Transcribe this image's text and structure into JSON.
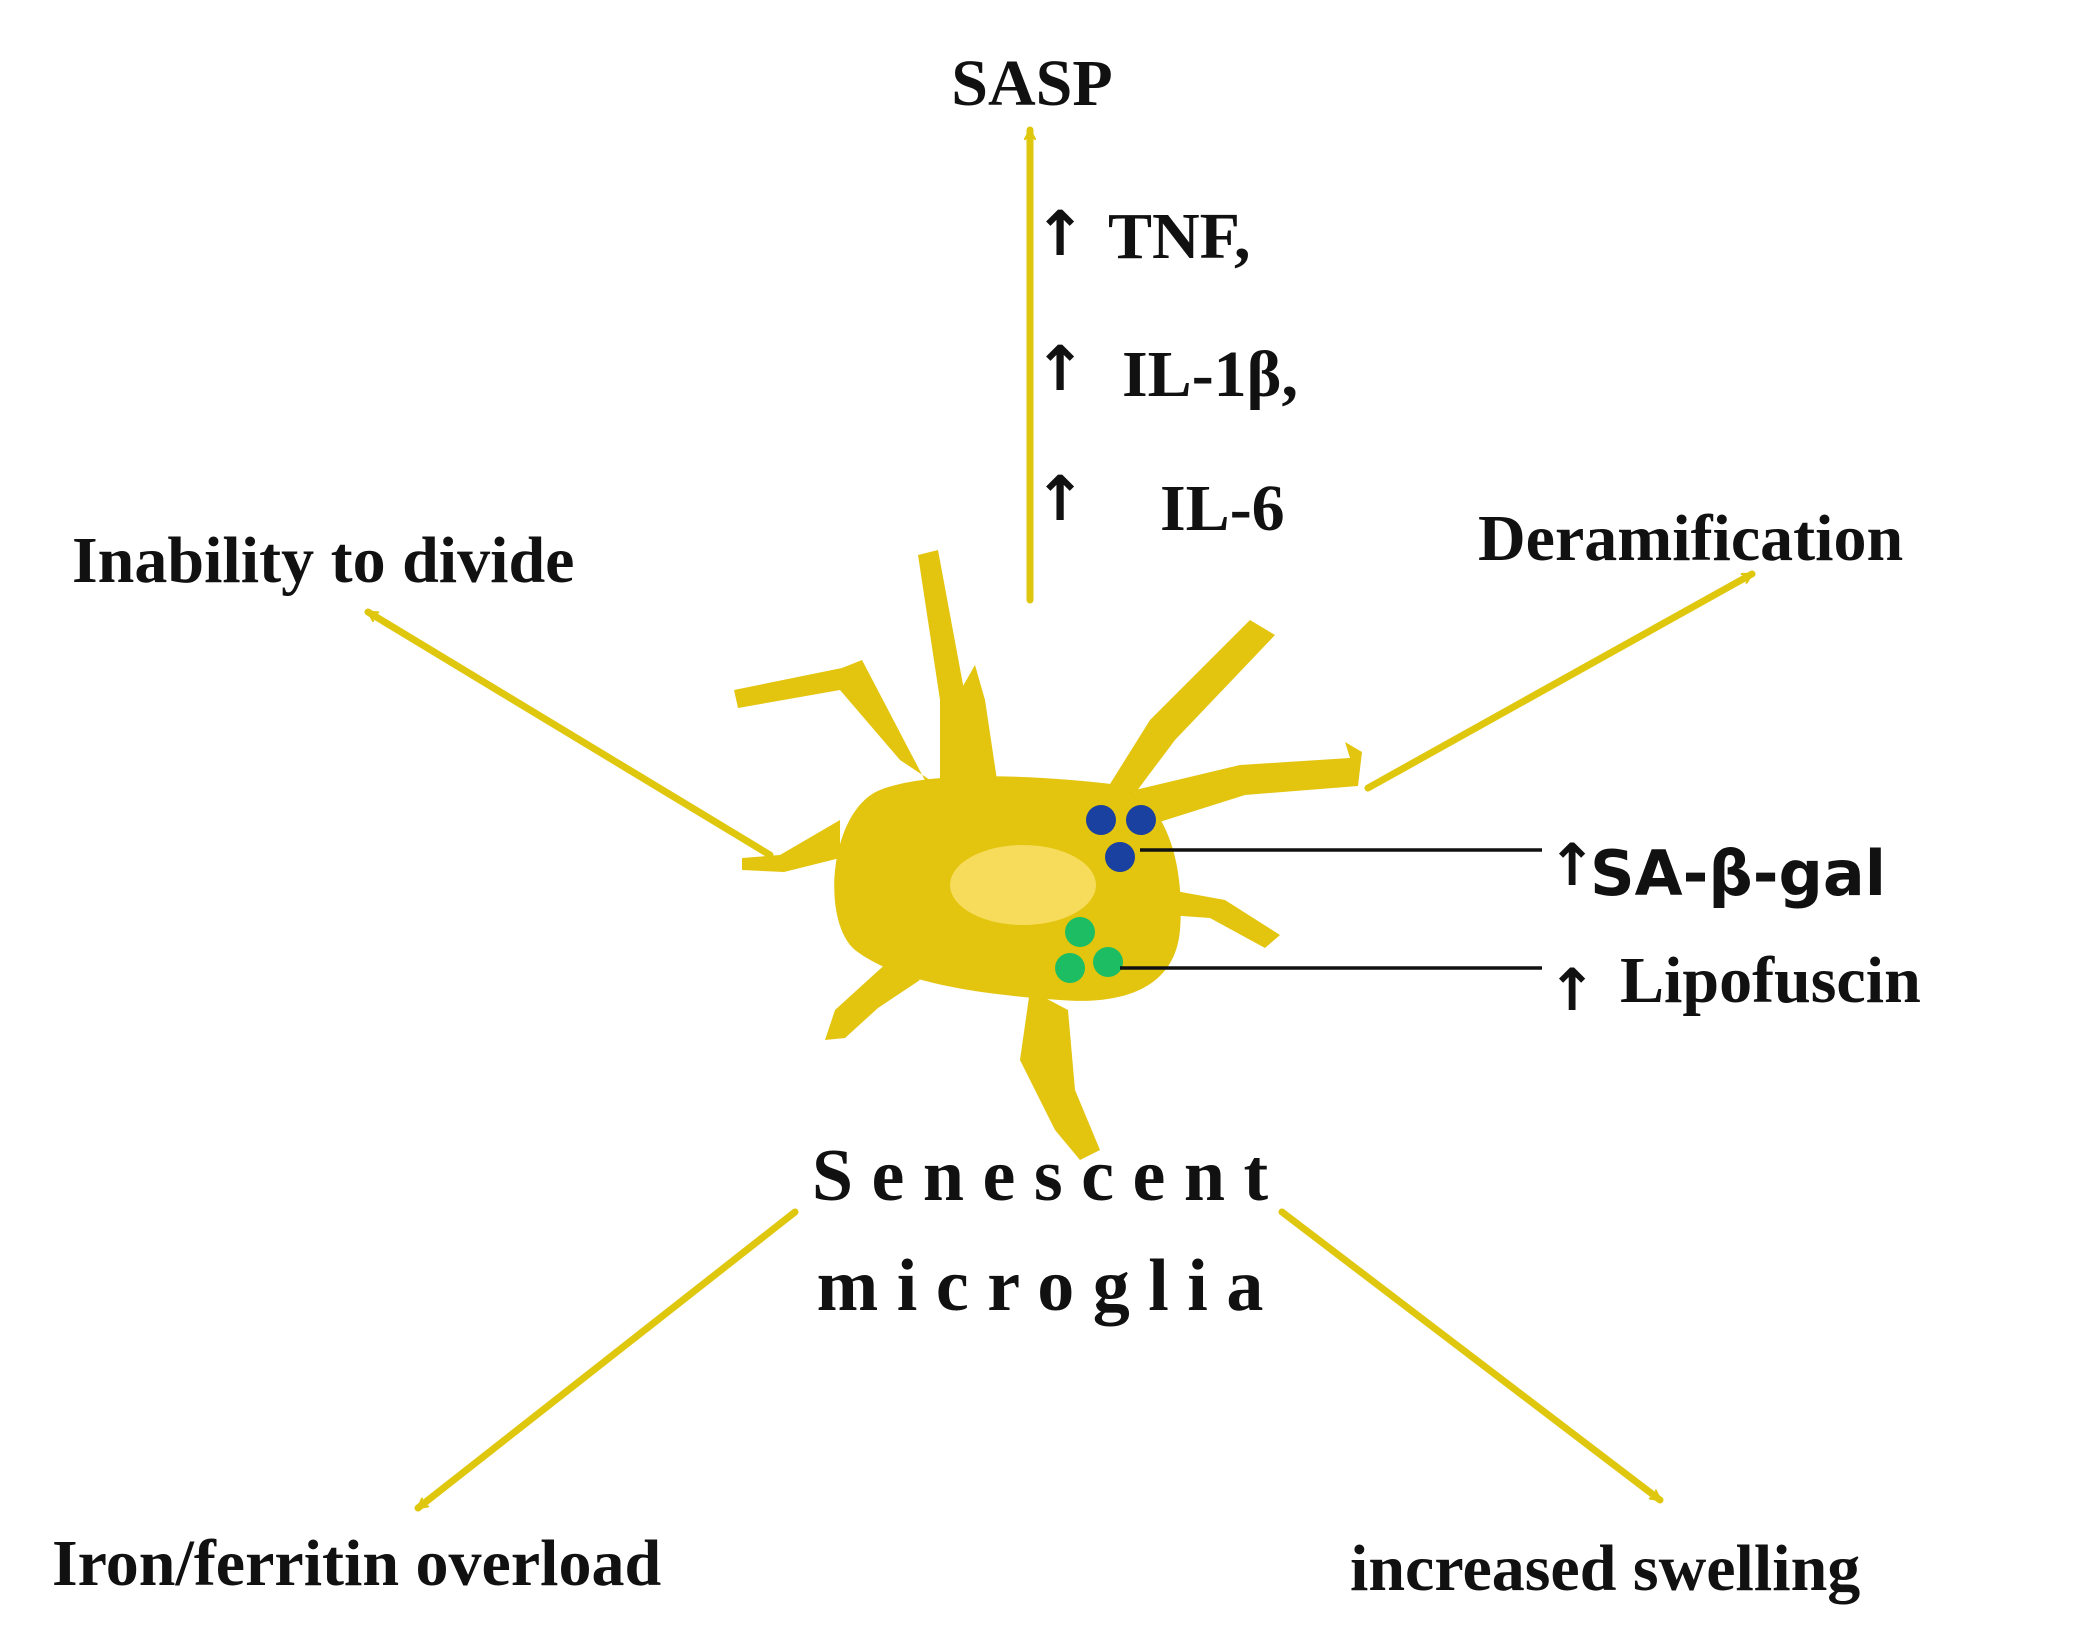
{
  "colors": {
    "cell": "#E3C50F",
    "nucleus": "#F6DC5A",
    "arrow": "#DFC70E",
    "sa_beta_gal_granules": "#1A40A0",
    "lipofuscin_granules": "#1DBE63",
    "text": "#111111"
  },
  "cell_label": {
    "line1": "S e n e s c e n t",
    "line2": "m i c r o g l i a"
  },
  "outcomes": {
    "sasp": "SASP",
    "inability": "Inability to divide",
    "deramification": "Deramification",
    "iron": "Iron/ferritin overload",
    "swelling": "increased swelling"
  },
  "cytokines": {
    "arrow_symbol": "↑",
    "items": [
      "TNF,",
      "IL-1β,",
      "IL-6"
    ]
  },
  "markers": {
    "arrow_symbol": "↑",
    "sa_beta_gal": "SA-β-gal",
    "lipofuscin": "Lipofuscin"
  }
}
